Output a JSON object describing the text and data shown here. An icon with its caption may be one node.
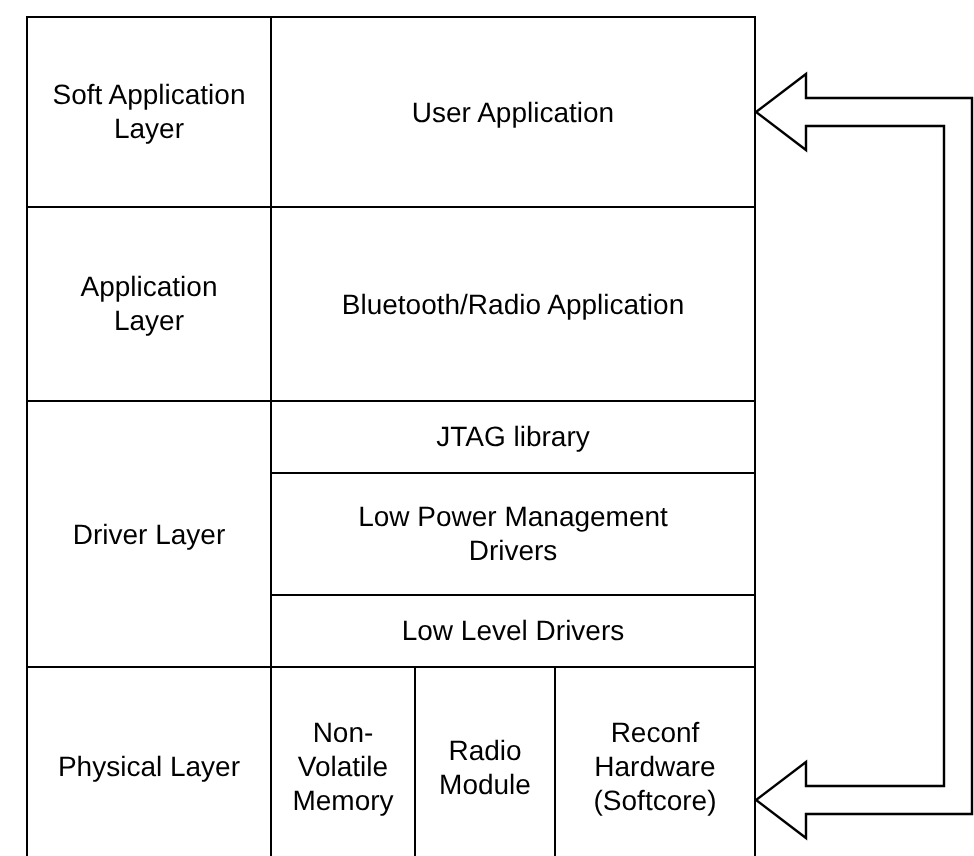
{
  "diagram": {
    "nodes": [
      {
        "text": [
          "Soft Application Layer"
        ]
      },
      {
        "text": [
          "User Application"
        ]
      },
      {
        "text": [
          "Application Layer"
        ]
      },
      {
        "text": [
          "Bluetooth/Radio Application"
        ]
      },
      {
        "text": [
          "Driver Layer"
        ]
      },
      {
        "text": [
          "JTAG library"
        ]
      },
      {
        "text": [
          "Low Power Management Drivers"
        ]
      },
      {
        "text": [
          "Low Level Drivers"
        ]
      },
      {
        "text": [
          "Physical Layer"
        ]
      },
      {
        "text": [
          "Non-Volatile Memory"
        ]
      },
      {
        "text": [
          "Radio Module"
        ]
      },
      {
        "text": [
          "Reconf Hardware (Softcore)"
        ]
      }
    ],
    "edges": [
      {
        "from": 11,
        "to": 1,
        "arrow": "both"
      }
    ]
  }
}
